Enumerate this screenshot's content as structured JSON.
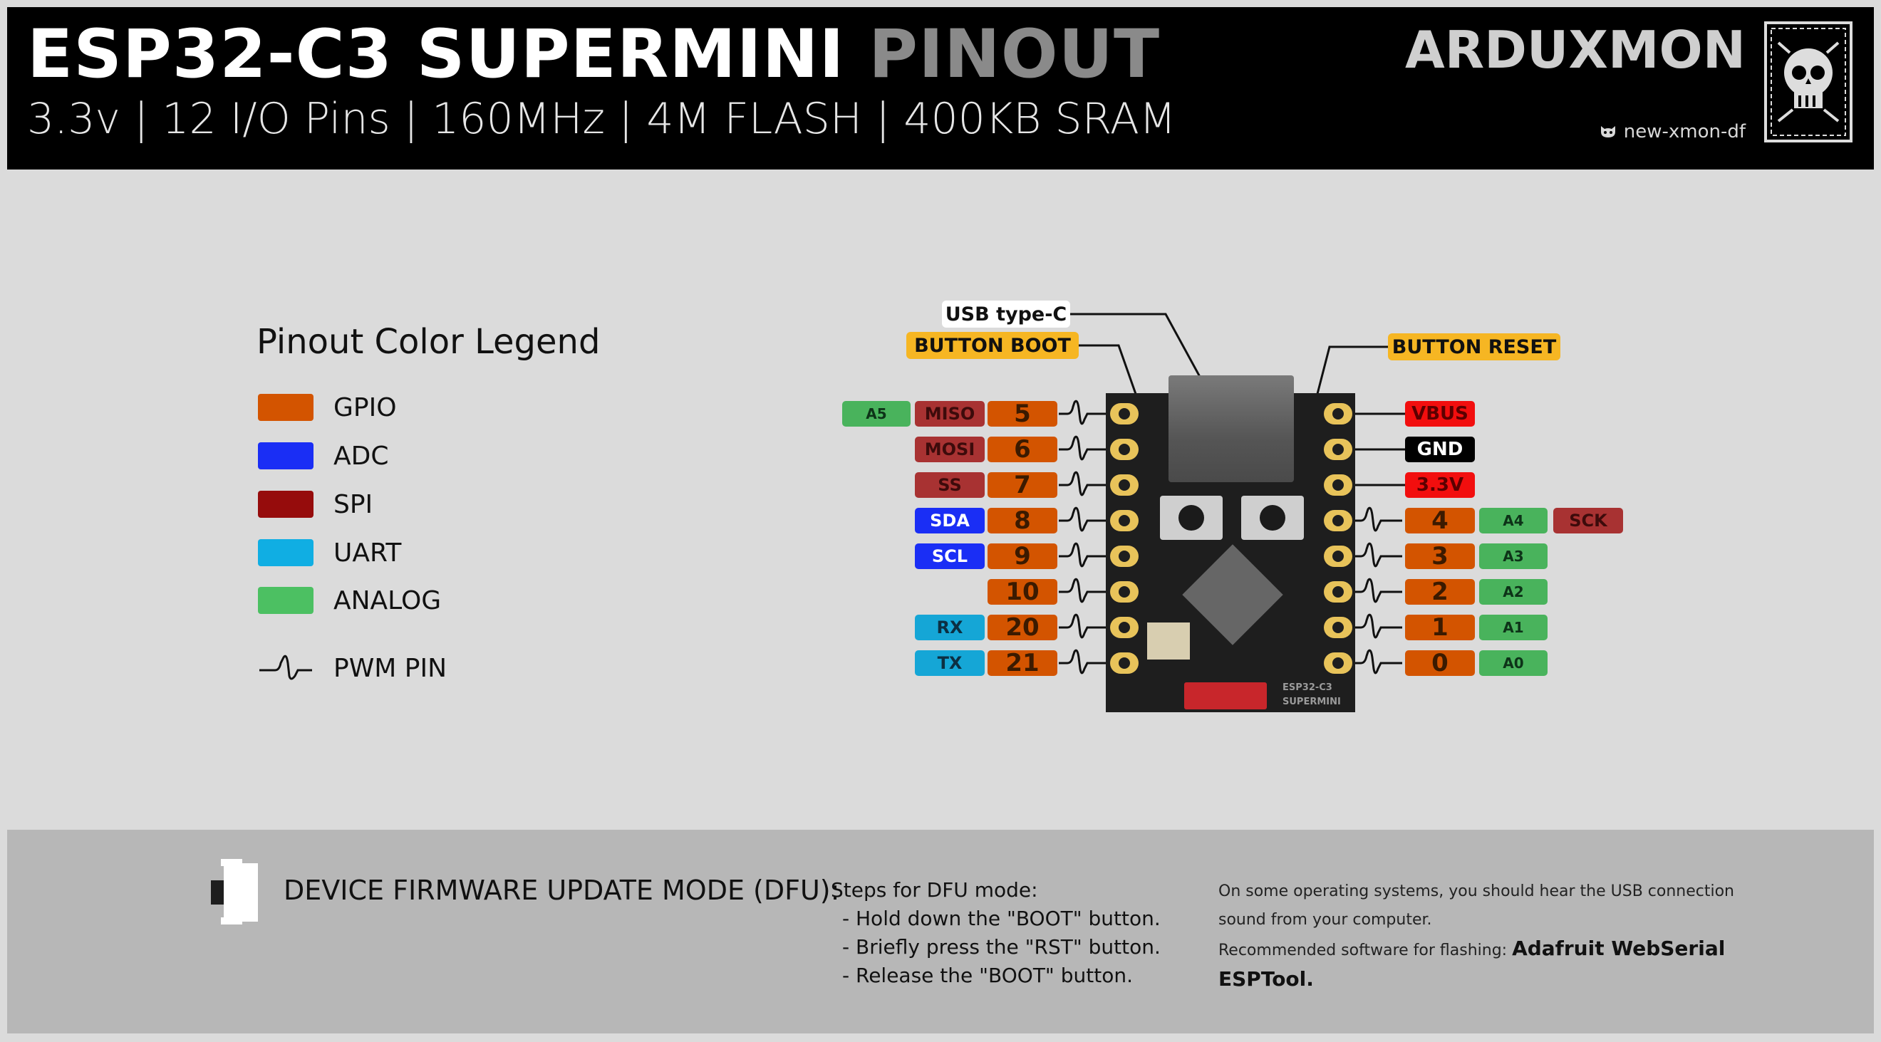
{
  "header": {
    "title_main": "ESP32-C3 SUPERMINI",
    "title_accent": "PINOUT",
    "subtitle": "3.3v | 12 I/O Pins | 160MHz | 4M FLASH | 400KB SRAM",
    "brand": "ARDUXMON",
    "github": "new-xmon-df"
  },
  "legend": {
    "title": "Pinout Color Legend",
    "items": [
      {
        "label": "GPIO",
        "color": "#d35400"
      },
      {
        "label": "ADC",
        "color": "#1a2ef5"
      },
      {
        "label": "SPI",
        "color": "#a83232"
      },
      {
        "label": "UART",
        "color": "#15a6d6"
      },
      {
        "label": "ANALOG",
        "color": "#49b35c"
      }
    ],
    "pwm_label": "PWM PIN"
  },
  "callouts": {
    "usb": "USB type-C",
    "boot": "BUTTON BOOT",
    "reset": "BUTTON RESET"
  },
  "board_text": {
    "line1": "ESP32-C3",
    "line2": "SUPERMINI"
  },
  "left_pins": [
    {
      "gpio": "5",
      "func": "MISO",
      "func_type": "spi",
      "analog": "A5"
    },
    {
      "gpio": "6",
      "func": "MOSI",
      "func_type": "spi"
    },
    {
      "gpio": "7",
      "func": "SS",
      "func_type": "spi"
    },
    {
      "gpio": "8",
      "func": "SDA",
      "func_type": "adc"
    },
    {
      "gpio": "9",
      "func": "SCL",
      "func_type": "adc"
    },
    {
      "gpio": "10"
    },
    {
      "gpio": "20",
      "func": "RX",
      "func_type": "uart"
    },
    {
      "gpio": "21",
      "func": "TX",
      "func_type": "uart"
    }
  ],
  "right_pins": [
    {
      "power": "VBUS",
      "power_type": "red"
    },
    {
      "power": "GND",
      "power_type": "black"
    },
    {
      "power": "3.3V",
      "power_type": "red"
    },
    {
      "gpio": "4",
      "analog": "A4",
      "func": "SCK",
      "func_type": "spi"
    },
    {
      "gpio": "3",
      "analog": "A3"
    },
    {
      "gpio": "2",
      "analog": "A2"
    },
    {
      "gpio": "1",
      "analog": "A1"
    },
    {
      "gpio": "0",
      "analog": "A0"
    }
  ],
  "footer": {
    "title": "DEVICE FIRMWARE UPDATE MODE (DFU):",
    "steps_title": "Steps for DFU mode:",
    "steps": [
      "- Hold down the \"BOOT\" button.",
      "- Briefly press the \"RST\" button.",
      "- Release the \"BOOT\" button."
    ],
    "note_1": "On some operating systems, you should hear the USB connection",
    "note_2": "sound from your computer.",
    "note_3": "Recommended software for flashing:",
    "software_1": "Adafruit WebSerial",
    "software_2": "ESPTool."
  }
}
